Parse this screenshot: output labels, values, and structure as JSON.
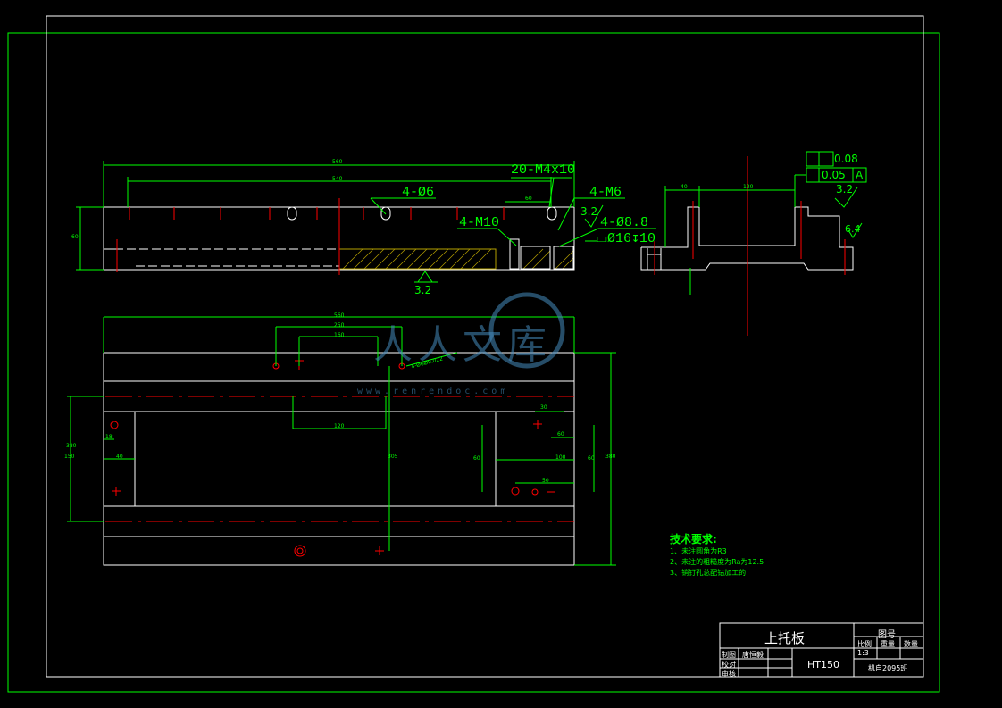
{
  "colors": {
    "background": "#000000",
    "outline": "#ffffff",
    "dimension": "#00ff00",
    "centerline": "#ff0000",
    "hatch": "#b5a000"
  },
  "top_view": {
    "dim_overall": "560",
    "dim_inner": "540",
    "dim_height": "60",
    "dim_pitch": "60",
    "label_threads": "20-M4x10",
    "label_holes6": "4-Ø6",
    "label_m10": "4-M10",
    "label_m6": "4-M6",
    "label_holes8": "4-Ø8.8",
    "label_cbore": "⌴Ø16↧10",
    "rough_a": "3.2",
    "rough_b": "3.2"
  },
  "side_view": {
    "dim_left": "40",
    "dim_right": "120",
    "flatness": "0.08",
    "parallel": "0.05",
    "datum": "A",
    "rough_top": "3.2",
    "rough_side": "6.4"
  },
  "plan_view": {
    "dim_total": "560",
    "dim_a": "250",
    "dim_b": "160",
    "dim_c": "150",
    "dim_d": "40",
    "dim_e": "18",
    "dim_f": "120",
    "dim_g": "305",
    "dim_h": "380",
    "dim_i": "60",
    "dim_j": "30",
    "dim_k": "100",
    "dim_l": "60",
    "dim_m": "50",
    "dim_n": "60",
    "dim_o": "380",
    "note_hole": "4-Ø6Ø0.022"
  },
  "tech": {
    "title": "技术要求:",
    "items": [
      "1、未注圆角为R3",
      "2、未注的粗糙度为Ra为12.5",
      "3、销钉孔总配钻加工的"
    ]
  },
  "title_block": {
    "part_name": "上托板",
    "drawing_no_label": "图号",
    "col_scale": "比例",
    "col_weight": "重量",
    "col_qty": "数量",
    "scale_value": "1:3",
    "row_draw": "制图",
    "row_check": "校对",
    "row_approve": "审核",
    "drafter": "唐恒毅",
    "material": "HT150",
    "school": "机自2095班"
  },
  "watermark": {
    "text": "人人文库",
    "url": "www.renrendoc.com"
  }
}
